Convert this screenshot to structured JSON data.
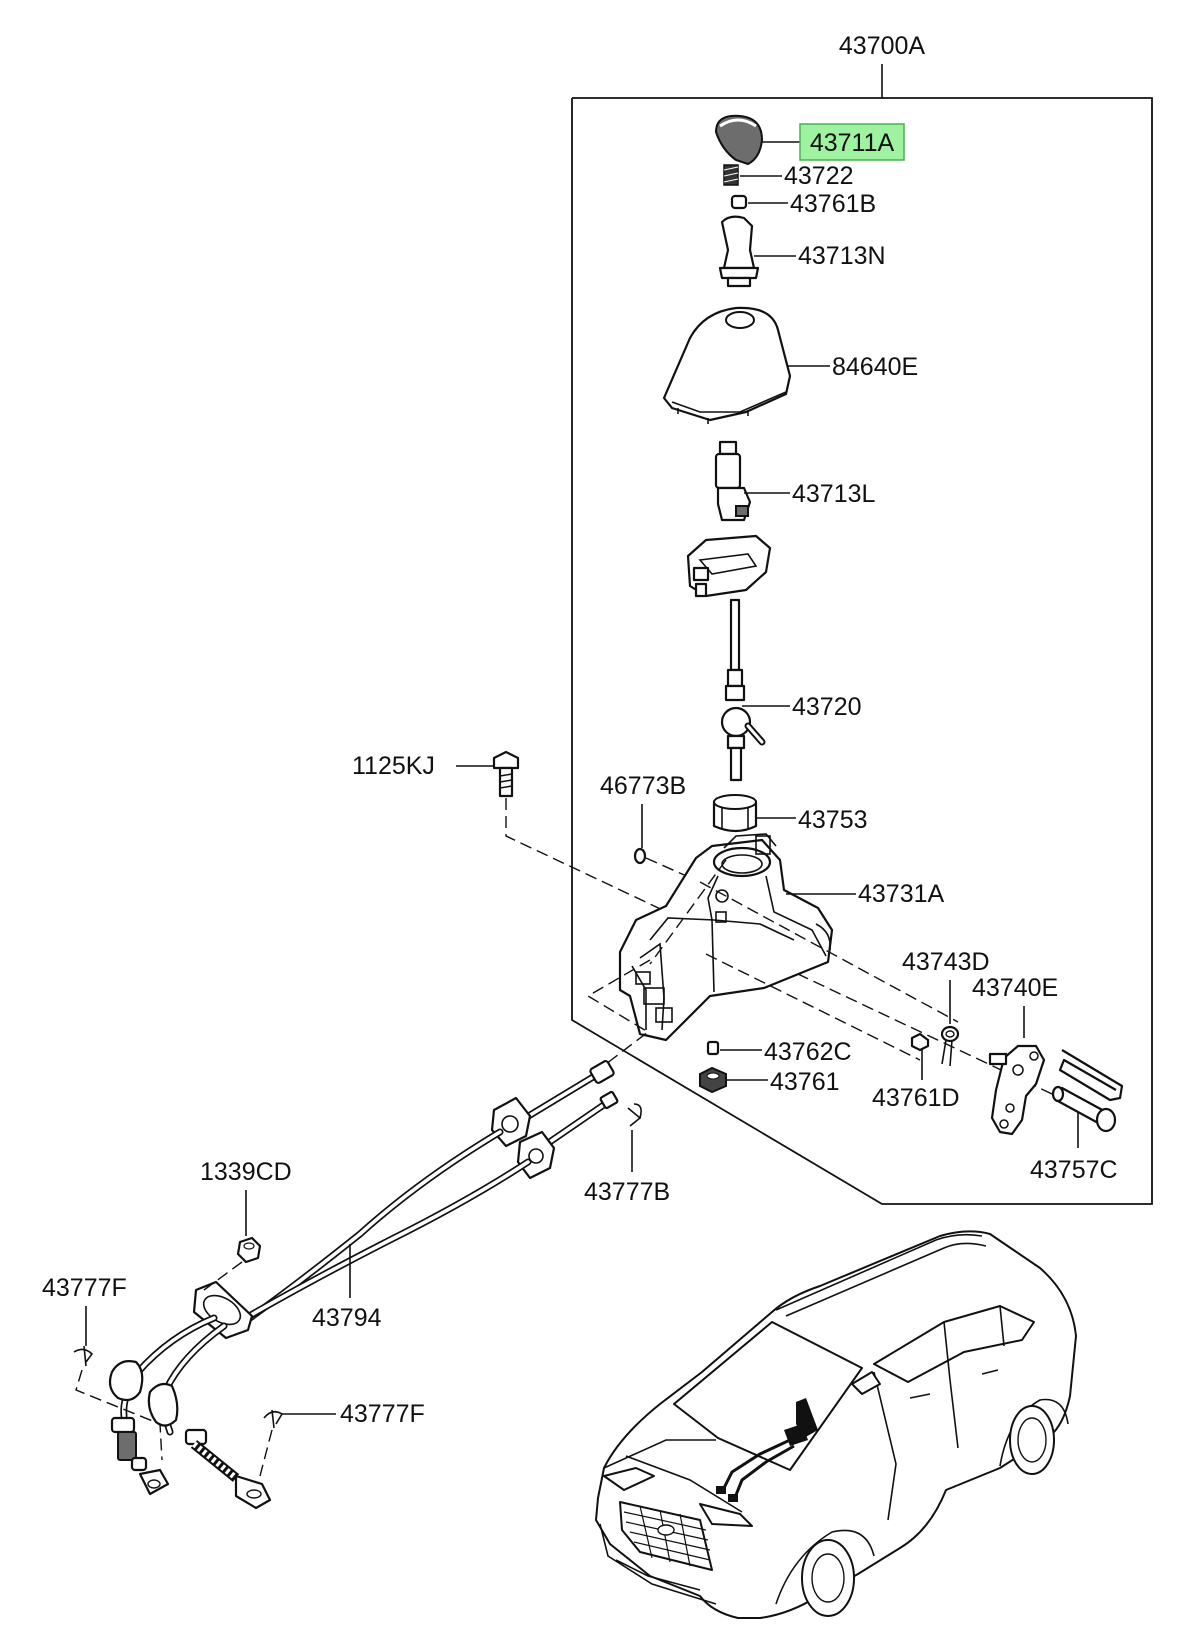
{
  "diagram": {
    "assembly_label": "43700A",
    "highlighted_part": "43711A",
    "parts": {
      "p43711A": "43711A",
      "p43722": "43722",
      "p43761B": "43761B",
      "p43713N": "43713N",
      "p84640E": "84640E",
      "p43713L": "43713L",
      "p43720": "43720",
      "p1125KJ": "1125KJ",
      "p46773B": "46773B",
      "p43753": "43753",
      "p43731A": "43731A",
      "p43743D": "43743D",
      "p43740E": "43740E",
      "p43762C": "43762C",
      "p43761": "43761",
      "p43761D": "43761D",
      "p43757C": "43757C",
      "p43777B": "43777B",
      "p1339CD": "1339CD",
      "p43794": "43794",
      "p43777F_a": "43777F",
      "p43777F_b": "43777F"
    },
    "colors": {
      "highlight_fill": "#9ff29f",
      "line": "#111111",
      "background": "#ffffff"
    }
  }
}
